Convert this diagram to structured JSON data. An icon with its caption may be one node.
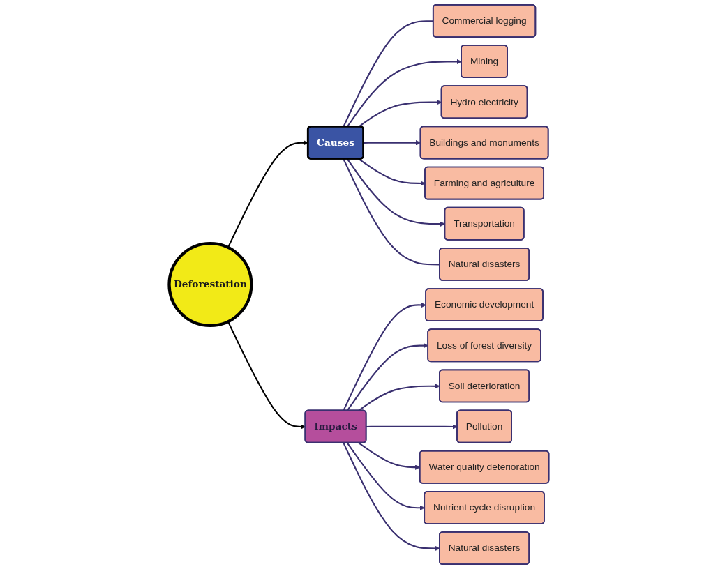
{
  "diagram": {
    "nodes": [
      {
        "text": [
          "Deforestation"
        ]
      },
      {
        "text": [
          "Causes"
        ]
      },
      {
        "text": [
          "Impacts"
        ]
      },
      {
        "text": [
          "Commercial logging"
        ]
      },
      {
        "text": [
          "Mining"
        ]
      },
      {
        "text": [
          "Hydro electricity"
        ]
      },
      {
        "text": [
          "Buildings and monuments"
        ]
      },
      {
        "text": [
          "Farming and agriculture"
        ]
      },
      {
        "text": [
          "Transportation"
        ]
      },
      {
        "text": [
          "Natural disasters"
        ]
      },
      {
        "text": [
          "Economic development"
        ]
      },
      {
        "text": [
          "Loss of forest diversity"
        ]
      },
      {
        "text": [
          "Soil deterioration"
        ]
      },
      {
        "text": [
          "Pollution"
        ]
      },
      {
        "text": [
          "Water quality deterioration"
        ]
      },
      {
        "text": [
          "Nutrient cycle disruption"
        ]
      },
      {
        "text": [
          "Natural disasters"
        ]
      }
    ],
    "edges": [
      {
        "from": 0,
        "to": 1,
        "arrow": "to",
        "color": "#000000"
      },
      {
        "from": 0,
        "to": 2,
        "arrow": "to",
        "color": "#000000"
      },
      {
        "from": 1,
        "to": 3,
        "arrow": "none"
      },
      {
        "from": 1,
        "to": 4,
        "arrow": "to"
      },
      {
        "from": 1,
        "to": 5,
        "arrow": "to"
      },
      {
        "from": 1,
        "to": 6,
        "arrow": "to"
      },
      {
        "from": 1,
        "to": 7,
        "arrow": "to"
      },
      {
        "from": 1,
        "to": 8,
        "arrow": "to"
      },
      {
        "from": 1,
        "to": 9,
        "arrow": "none"
      },
      {
        "from": 2,
        "to": 10,
        "arrow": "to"
      },
      {
        "from": 2,
        "to": 11,
        "arrow": "to"
      },
      {
        "from": 2,
        "to": 12,
        "arrow": "to"
      },
      {
        "from": 2,
        "to": 13,
        "arrow": "to"
      },
      {
        "from": 2,
        "to": 14,
        "arrow": "to"
      },
      {
        "from": 2,
        "to": 15,
        "arrow": "to"
      },
      {
        "from": 2,
        "to": 16,
        "arrow": "to"
      }
    ]
  }
}
